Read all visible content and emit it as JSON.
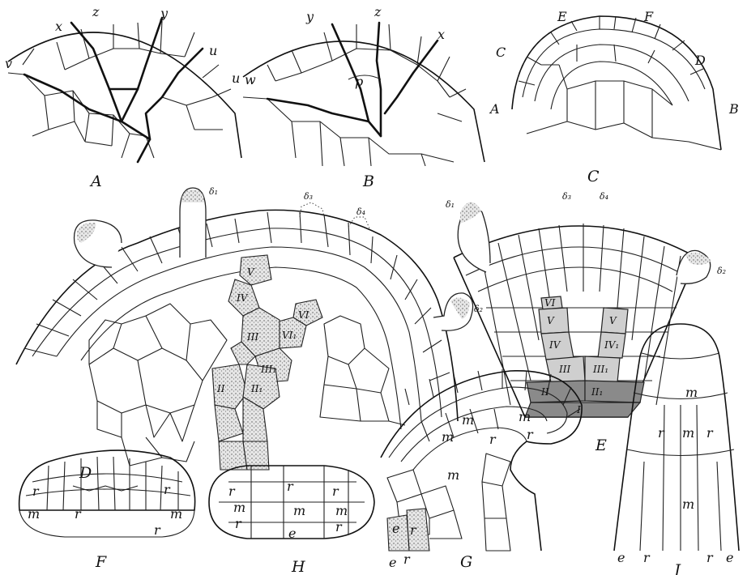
{
  "captions": {
    "A": "A",
    "B": "B",
    "C": "C",
    "D": "D",
    "E": "E",
    "F": "F",
    "G": "G",
    "H": "H",
    "J": "J"
  },
  "fig_A": {
    "v": "v",
    "x": "x",
    "z": "z",
    "y": "y",
    "u1": "u",
    "u2": "u"
  },
  "fig_B": {
    "w": "w",
    "y": "y",
    "z": "z",
    "x": "x",
    "p": "p",
    "A": "A"
  },
  "fig_C": {
    "C": "C",
    "E": "E",
    "F": "F",
    "D": "D",
    "B": "B"
  },
  "fig_D": {
    "d1": "δ₁",
    "d2": "δ₂",
    "d3": "δ₃",
    "d4": "δ₄",
    "V": "V",
    "IV": "IV",
    "VI": "VI",
    "VI1": "VI₁",
    "III": "III",
    "III1": "III₁",
    "II": "II",
    "II1": "II₁"
  },
  "fig_E": {
    "d1": "δ₁",
    "d2": "δ₂",
    "d3": "δ₃",
    "d4": "δ₄",
    "VI": "VI",
    "V": "V",
    "IV": "IV",
    "V1": "V",
    "IV1": "IV₁",
    "III": "III",
    "III1": "III₁",
    "II": "II",
    "II1": "II₁",
    "I": "I"
  },
  "fig_F": {
    "r1": "r",
    "r2": "r",
    "m1": "m",
    "r3": "r",
    "m2": "m",
    "r4": "r"
  },
  "fig_H": {
    "r1": "r",
    "r2": "r",
    "r3": "r",
    "m1": "m",
    "m2": "m",
    "m3": "m",
    "r4": "r",
    "r5": "r",
    "e": "e"
  },
  "fig_G": {
    "m1": "m",
    "m2": "m",
    "m3": "m",
    "r1": "r",
    "r2": "r",
    "m4": "m",
    "e1": "e",
    "r3": "r",
    "e2": "e",
    "r4": "r"
  },
  "fig_J": {
    "m1": "m",
    "r1": "r",
    "m2": "m",
    "r2": "r",
    "m3": "m",
    "e1": "e",
    "r3": "r",
    "r4": "r",
    "e2": "e"
  }
}
